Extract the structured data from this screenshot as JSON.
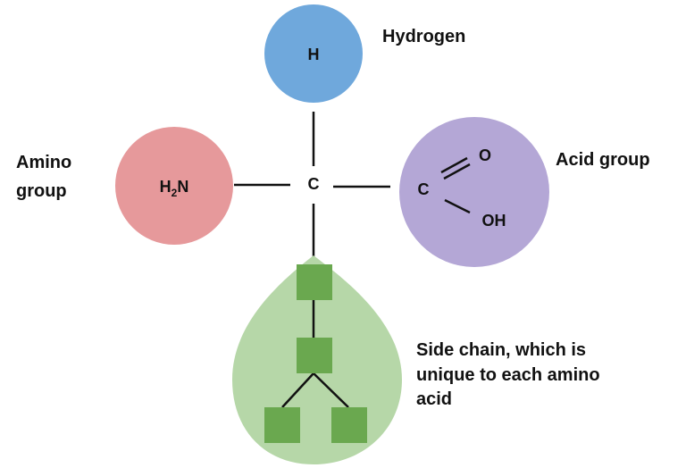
{
  "colors": {
    "hydrogen": "#6fa8dc",
    "amino": "#e6999b",
    "acid": "#b4a7d6",
    "side_chain": "#b6d7a8",
    "side_chain_node": "#6aa84f"
  },
  "hydrogen": {
    "atom": "H",
    "label": "Hydrogen"
  },
  "amino": {
    "atom_main": "H",
    "atom_sub": "2",
    "atom_tail": "N",
    "label_line1": "Amino",
    "label_line2": "group"
  },
  "center": {
    "atom": "C"
  },
  "acid": {
    "carbon": "C",
    "oxygen": "O",
    "hydroxyl": "OH",
    "label": "Acid group"
  },
  "side_chain": {
    "label_line1": "Side chain, which is",
    "label_line2": "unique to each amino",
    "label_line3": "acid"
  }
}
